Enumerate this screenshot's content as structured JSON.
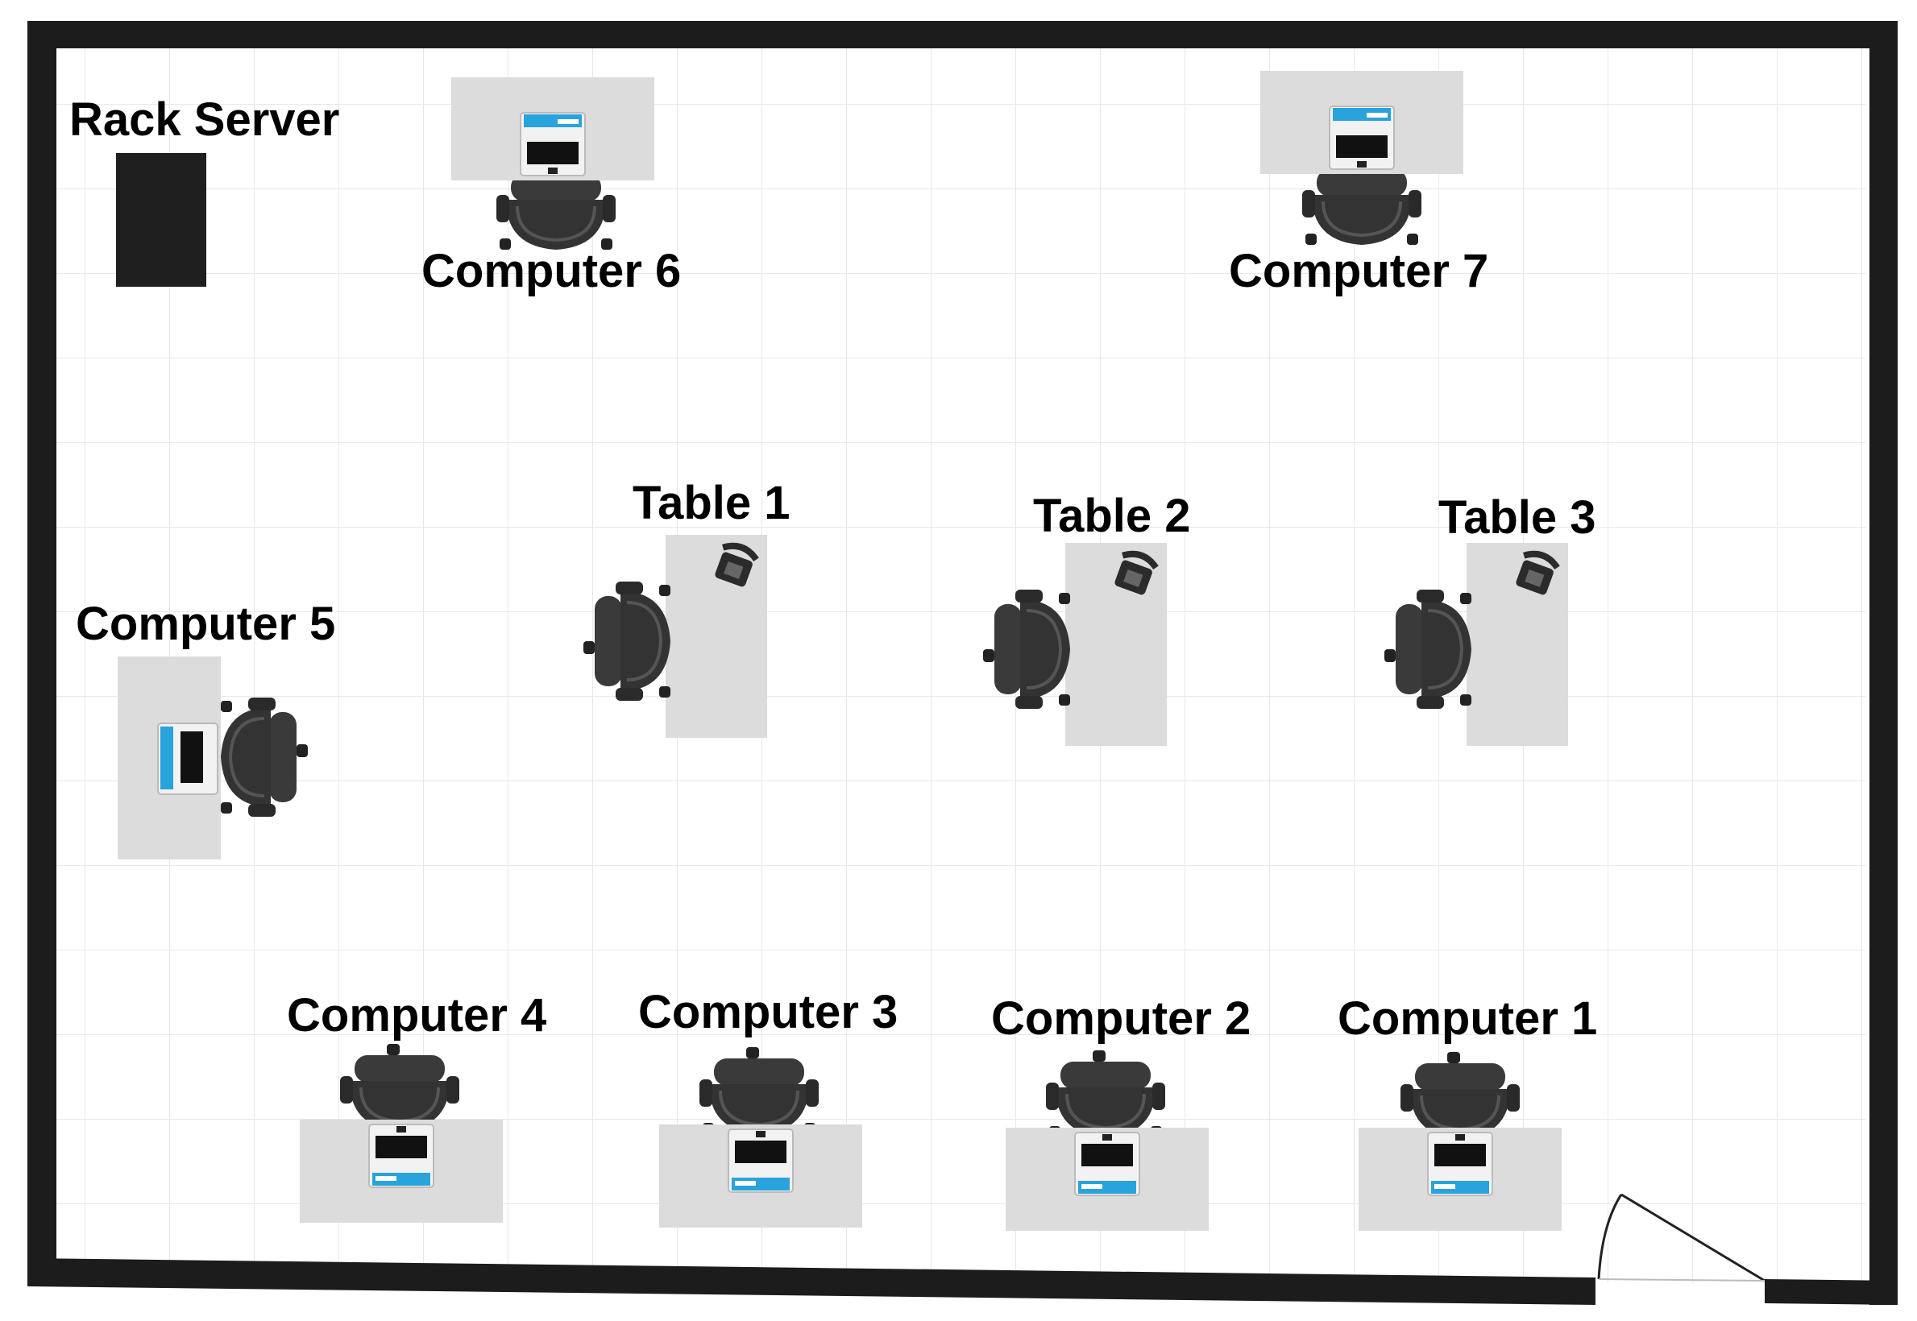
{
  "labels": {
    "rack_server": "Rack Server",
    "computer_1": "Computer 1",
    "computer_2": "Computer 2",
    "computer_3": "Computer 3",
    "computer_4": "Computer 4",
    "computer_5": "Computer 5",
    "computer_6": "Computer 6",
    "computer_7": "Computer 7",
    "table_1": "Table 1",
    "table_2": "Table 2",
    "table_3": "Table 3"
  },
  "colors": {
    "wall": "#1c1c1c",
    "floor_grid": "#e8e8e8",
    "desk": "#dcdcdc",
    "chair": "#3a3a3a",
    "screen_accent": "#29a3dc",
    "rack": "#1f1f1f"
  },
  "icons": {
    "desk_with_computer": "computer-workstation-icon",
    "desk_with_phone": "phone-desk-icon",
    "chair": "office-chair-icon",
    "door": "door-swing-icon",
    "rack": "server-rack-icon"
  }
}
